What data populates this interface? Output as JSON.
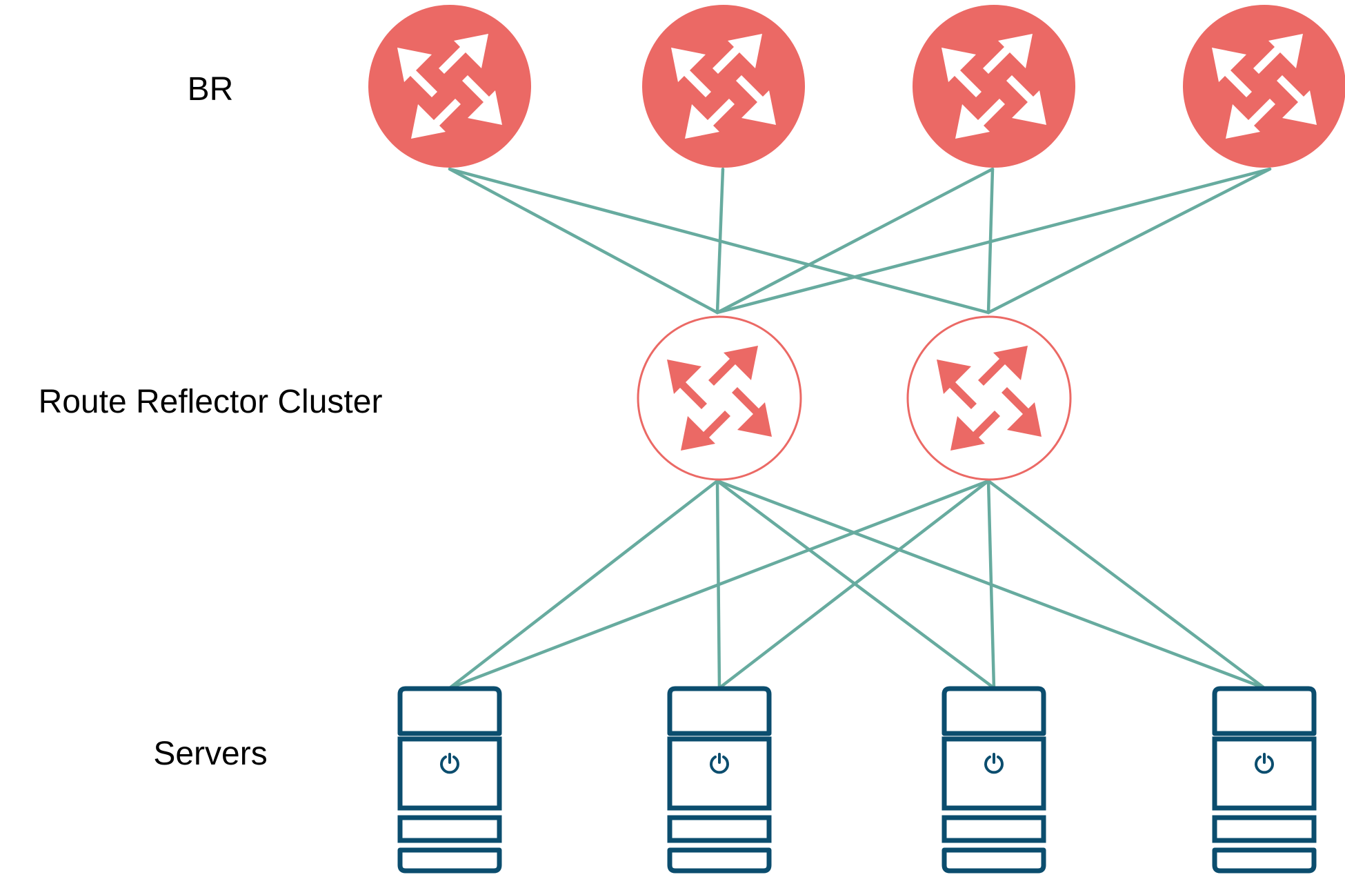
{
  "labels": {
    "br": "BR",
    "route_reflector": "Route Reflector Cluster",
    "servers": "Servers"
  },
  "nodes": {
    "border_routers": [
      "br-1",
      "br-2",
      "br-3",
      "br-4"
    ],
    "route_reflectors": [
      "rr-1",
      "rr-2"
    ],
    "servers": [
      "server-1",
      "server-2",
      "server-3",
      "server-4"
    ]
  },
  "links": {
    "br_to_rr": [
      [
        0,
        0
      ],
      [
        0,
        1
      ],
      [
        1,
        0
      ],
      [
        2,
        0
      ],
      [
        2,
        1
      ],
      [
        3,
        0
      ],
      [
        3,
        1
      ]
    ],
    "rr_to_server": [
      [
        0,
        0
      ],
      [
        0,
        1
      ],
      [
        0,
        2
      ],
      [
        0,
        3
      ],
      [
        1,
        0
      ],
      [
        1,
        1
      ],
      [
        1,
        2
      ],
      [
        1,
        3
      ]
    ]
  },
  "icons": {
    "border_router": "router-icon",
    "route_reflector": "router-icon",
    "server": "server-icon",
    "server_power": "power-icon"
  },
  "colors": {
    "router_fill": "#EB6965",
    "router_arrow_on_fill": "#FFFFFF",
    "reflector_stroke": "#EB6965",
    "reflector_fill": "#FFFFFF",
    "link": "#67AB9F",
    "server": "#0B4D6E",
    "label": "#000000"
  }
}
